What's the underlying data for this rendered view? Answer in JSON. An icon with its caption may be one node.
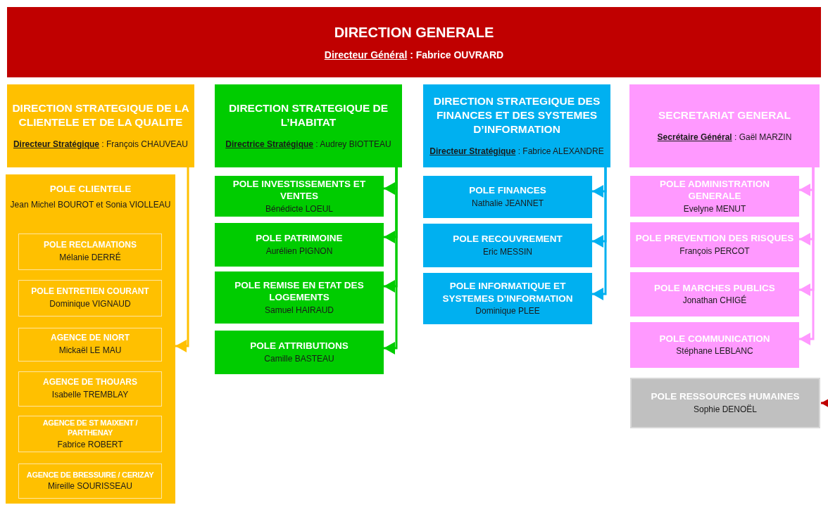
{
  "diagram": {
    "nodes": [
      {
        "text": [
          "DIRECTION GENERALE",
          "**Directeur Général** : Fabrice OUVRARD"
        ]
      },
      {
        "text": [
          "DIRECTION STRATEGIQUE DE LA CLIENTELE ET DE LA QUALITE",
          "**Directeur Stratégique** : François CHAUVEAU"
        ]
      },
      {
        "text": [
          "DIRECTION STRATEGIQUE DE L’HABITAT",
          "**Directrice Stratégique** : Audrey BIOTTEAU"
        ]
      },
      {
        "text": [
          "DIRECTION STRATEGIQUE DES FINANCES ET DES SYSTEMES D’INFORMATION",
          "**Directeur Stratégique** : Fabrice ALEXANDRE"
        ]
      },
      {
        "text": [
          "SECRETARIAT GENERAL",
          "**Secrétaire Général** : Gaël MARZIN"
        ]
      },
      {
        "text": [
          "POLE CLIENTELE",
          "Jean Michel BOUROT et Sonia VIOLLEAU"
        ]
      },
      {
        "text": [
          "POLE RECLAMATIONS",
          "Mélanie DERRÉ"
        ],
        "in": 5
      },
      {
        "text": [
          "POLE ENTRETIEN COURANT",
          "Dominique VIGNAUD"
        ],
        "in": 5
      },
      {
        "text": [
          "AGENCE DE NIORT",
          "Mickaël LE MAU"
        ],
        "in": 5
      },
      {
        "text": [
          "AGENCE DE THOUARS",
          "Isabelle TREMBLAY"
        ],
        "in": 5
      },
      {
        "text": [
          "AGENCE DE ST MAIXENT / PARTHENAY",
          "Fabrice ROBERT"
        ],
        "in": 5
      },
      {
        "text": [
          "AGENCE DE BRESSUIRE / CERIZAY",
          "Mireille SOURISSEAU"
        ],
        "in": 5
      },
      {
        "text": [
          "POLE INVESTISSEMENTS ET VENTES",
          "Bénédicte LOEUL"
        ]
      },
      {
        "text": [
          "POLE PATRIMOINE",
          "Aurélien PIGNON"
        ]
      },
      {
        "text": [
          "POLE REMISE EN ETAT DES LOGEMENTS",
          "Samuel HAIRAUD"
        ]
      },
      {
        "text": [
          "POLE ATTRIBUTIONS",
          "Camille BASTEAU"
        ]
      },
      {
        "text": [
          "POLE FINANCES",
          "Nathalie JEANNET"
        ]
      },
      {
        "text": [
          "POLE RECOUVREMENT",
          "Eric MESSIN"
        ]
      },
      {
        "text": [
          "POLE INFORMATIQUE ET SYSTEMES D’INFORMATION",
          "Dominique PLEE"
        ]
      },
      {
        "text": [
          "POLE ADMINISTRATION GENERALE",
          "Evelyne MENUT"
        ]
      },
      {
        "text": [
          "POLE PREVENTION DES RISQUES",
          "François PERCOT"
        ]
      },
      {
        "text": [
          "POLE MARCHES PUBLICS",
          "Jonathan CHIGÉ"
        ]
      },
      {
        "text": [
          "POLE COMMUNICATION",
          "Stéphane LEBLANC"
        ]
      },
      {
        "text": [
          "POLE RESSOURCES HUMAINES",
          "Sophie DENOËL"
        ]
      }
    ],
    "edges": [
      {
        "from": 1,
        "to": 5,
        "arrow": "to",
        "color": "#ffc000"
      },
      {
        "from": 2,
        "to": 12,
        "arrow": "to",
        "color": "#00cc00"
      },
      {
        "from": 2,
        "to": 13,
        "arrow": "to",
        "color": "#00cc00"
      },
      {
        "from": 2,
        "to": 14,
        "arrow": "to",
        "color": "#00cc00"
      },
      {
        "from": 2,
        "to": 15,
        "arrow": "to",
        "color": "#00cc00"
      },
      {
        "from": 3,
        "to": 16,
        "arrow": "to",
        "color": "#00b0f0"
      },
      {
        "from": 3,
        "to": 17,
        "arrow": "to",
        "color": "#00b0f0"
      },
      {
        "from": 3,
        "to": 18,
        "arrow": "to",
        "color": "#00b0f0"
      },
      {
        "from": 4,
        "to": 19,
        "arrow": "to",
        "color": "#ff99ff"
      },
      {
        "from": 4,
        "to": 20,
        "arrow": "to",
        "color": "#ff99ff"
      },
      {
        "from": 4,
        "to": 21,
        "arrow": "to",
        "color": "#ff99ff"
      },
      {
        "from": 4,
        "to": 22,
        "arrow": "to",
        "color": "#ff99ff"
      },
      {
        "from": null,
        "to": 23,
        "arrow": "to",
        "color": "#c00000"
      }
    ]
  }
}
